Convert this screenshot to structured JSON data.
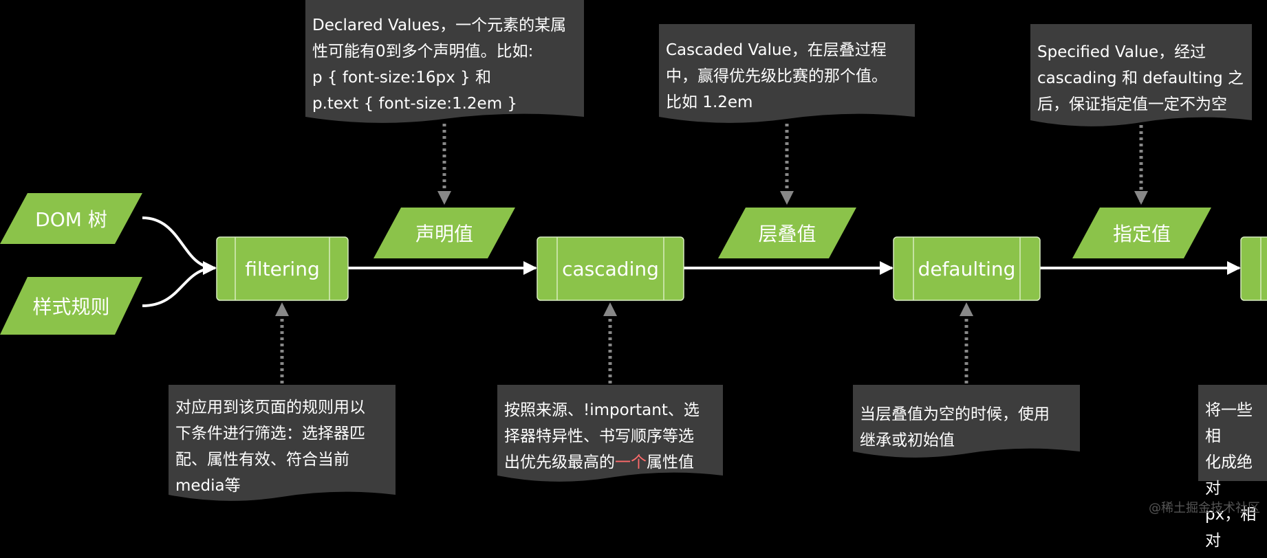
{
  "inputs": {
    "dom": "DOM 树",
    "rules": "样式规则"
  },
  "processes": {
    "filtering": "filtering",
    "cascading": "cascading",
    "defaulting": "defaulting"
  },
  "values": {
    "declared": "声明值",
    "cascaded": "层叠值",
    "specified": "指定值"
  },
  "notes": {
    "declared": "Declared Values，一个元素的某属\n性可能有0到多个声明值。比如:\np { font-size:16px } 和\np.text { font-size:1.2em }",
    "cascaded": "Cascaded Value，在层叠过程\n中，赢得优先级比赛的那个值。\n比如 1.2em",
    "specified": "Specified Value，经过\ncascading 和 defaulting 之\n后，保证指定值一定不为空",
    "filtering": "对应用到该页面的规则用以\n下条件进行筛选：选择器匹\n配、属性有效、符合当前\nmedia等",
    "cascading_pre": "按照来源、!important、选\n择器特异性、书写顺序等选\n出优先级最高的",
    "cascading_hl": "一个",
    "cascading_post": "属性值",
    "defaulting": "当层叠值为空的时候，使用\n继承或初始值",
    "computing_partial": "将一些相\n化成绝对\npx，相对"
  },
  "watermark": "@稀土掘金技术社区",
  "colors": {
    "green": "#8bc34a",
    "note_bg": "#3d3d3d",
    "arrow_gray": "#888888",
    "highlight": "#ff6b6b"
  }
}
